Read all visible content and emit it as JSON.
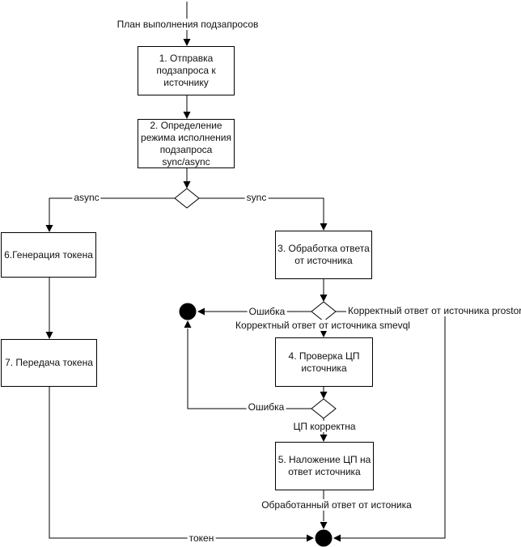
{
  "diagram": {
    "start_label": "План выполнения подзапросов",
    "boxes": {
      "b1": "1. Отправка\nподзапроса к\nисточнику",
      "b2": "2. Определение\nрежима исполнения\nподзапроса\nsync/async",
      "b3": "3. Обработка ответа\nот источника",
      "b4": "4. Проверка ЦП\nисточника",
      "b5": "5. Наложение ЦП на\nответ источника",
      "b6": "6.Генерация токена",
      "b7": "7. Передача токена"
    },
    "edge_labels": {
      "async": "async",
      "sync": "sync",
      "error1": "Ошибка",
      "error2": "Ошибка",
      "prostore": "Корректный ответ от источника prostore",
      "smevql": "Корректный ответ от источника smevql",
      "cp_ok": "ЦП корректна",
      "processed": "Обработанный ответ от истоника",
      "token": "токен"
    },
    "colors": {
      "line": "#000000",
      "node_border": "#000000",
      "node_fill": "#ffffff",
      "end_node_fill": "#000000",
      "text": "#111111",
      "background": "#ffffff"
    }
  }
}
